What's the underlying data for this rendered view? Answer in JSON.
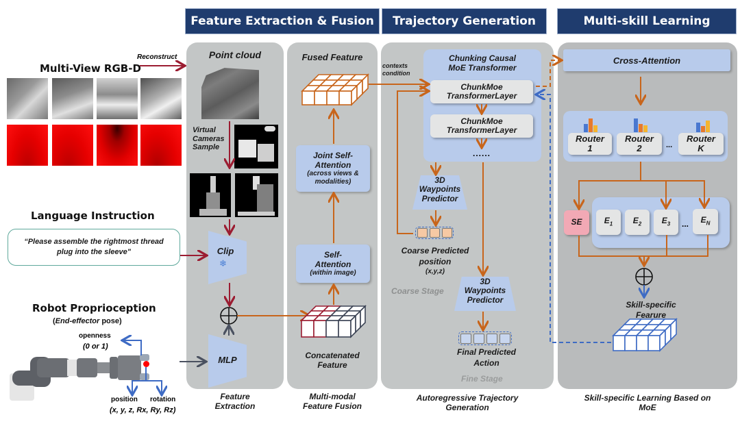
{
  "headers": {
    "feature": "Feature Extraction & Fusion",
    "trajectory": "Trajectory Generation",
    "multiskill": "Multi-skill Learning"
  },
  "inputs": {
    "rgbd_title": "Multi-View RGB-D",
    "reconstruct": "Reconstruct",
    "language_title": "Language Instruction",
    "instruction_line1": "“Please assemble the rightmost thread",
    "instruction_line2": "plug into the sleeve\"",
    "proprio_title": "Robot Proprioception",
    "proprio_sub_open": "(",
    "proprio_sub_italic": "End-effector",
    "proprio_sub_rest": " pose)",
    "openness": "openness",
    "openness_val": "(0 or 1)",
    "position": "position",
    "rotation": "rotation",
    "pose_vals": "(x, y, z, Rx, Ry, Rz)"
  },
  "extraction": {
    "point_cloud": "Point cloud",
    "virtual_cam_1": "Virtual",
    "virtual_cam_2": "Cameras",
    "virtual_cam_3": "Sample",
    "clip": "Clip",
    "mlp": "MLP",
    "caption_1": "Feature",
    "caption_2": "Extraction"
  },
  "fusion": {
    "fused_feature": "Fused Feature",
    "joint_sa_1": "Joint Self-",
    "joint_sa_2": "Attention",
    "joint_sa_3": "(across views &",
    "joint_sa_4": "modalities)",
    "self_att_1": "Self-",
    "self_att_2": "Attention",
    "self_att_3": "(within image)",
    "concat_1": "Concatenated",
    "concat_2": "Feature",
    "caption_1": "Multi-modal",
    "caption_2": "Feature Fusion"
  },
  "trajectory": {
    "contexts_1": "contexts",
    "contexts_2": "condition",
    "moe_title_1": "Chunking Causal",
    "moe_title_2": "MoE Transformer",
    "layer_1a": "ChunkMoe",
    "layer_1b": "TransformerLayer",
    "layer_2a": "ChunkMoe",
    "layer_2b": "TransformerLayer",
    "ellipsis": "......",
    "wp_1": "3D",
    "wp_2": "Waypoints",
    "wp_3": "Predictor",
    "coarse_1": "Coarse Predicted",
    "coarse_2": "position",
    "coarse_3": "(x,y,z)",
    "coarse_stage": "Coarse Stage",
    "final_1": "Final Predicted",
    "final_2": "Action",
    "fine_stage": "Fine Stage",
    "caption_1": "Autoregressive Trajectory",
    "caption_2": "Generation"
  },
  "multiskill": {
    "cross_attention": "Cross-Attention",
    "routers": [
      {
        "l1": "Router",
        "l2": "1"
      },
      {
        "l1": "Router",
        "l2": "2"
      },
      {
        "l1": "Router",
        "l2": "K"
      }
    ],
    "router_dots": "...",
    "se": "SE",
    "experts": [
      {
        "base": "E",
        "sub": "1"
      },
      {
        "base": "E",
        "sub": "2"
      },
      {
        "base": "E",
        "sub": "3"
      },
      {
        "base": "E",
        "sub": "N"
      }
    ],
    "expert_dots": "...",
    "skill_feat_1": "Skill-specific",
    "skill_feat_2": "Fearure",
    "caption_1": "Skill-specific Learning Based on",
    "caption_2": "MoE"
  },
  "colors": {
    "header_bg": "#1f3c6e",
    "orange": "#c8651b",
    "crimson": "#9b1c31",
    "blue": "#3e6bc4",
    "box_blue": "#b8cbeb",
    "se_pink": "#f2a9b5"
  }
}
